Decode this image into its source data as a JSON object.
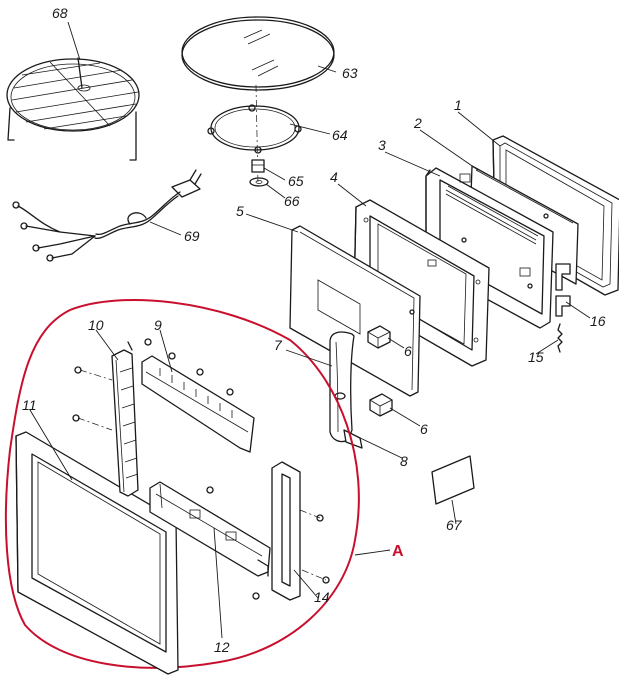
{
  "labels": {
    "p1": "1",
    "p2": "2",
    "p3": "3",
    "p4": "4",
    "p5": "5",
    "p6a": "6",
    "p6b": "6",
    "p7": "7",
    "p8": "8",
    "p9": "9",
    "p10": "10",
    "p11": "11",
    "p12": "12",
    "p14": "14",
    "p15": "15",
    "p16": "16",
    "p63": "63",
    "p64": "64",
    "p65": "65",
    "p66": "66",
    "p67": "67",
    "p68": "68",
    "p69": "69"
  },
  "group_label": "A",
  "colors": {
    "line": "#1a1a1a",
    "highlight": "#c8102e",
    "background": "#ffffff"
  }
}
